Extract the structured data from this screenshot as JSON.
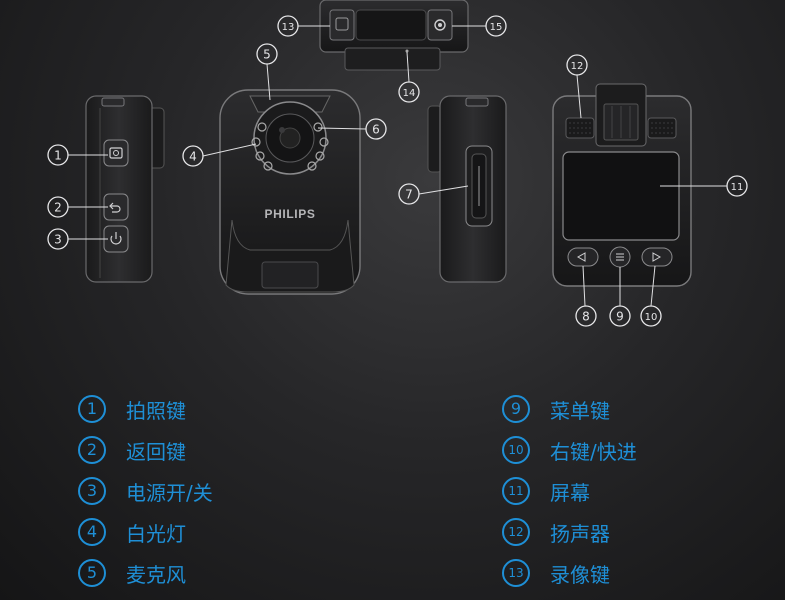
{
  "brand": "PHILIPS",
  "accent_color": "#1e8fd6",
  "callout_numbers": [
    "1",
    "2",
    "3",
    "4",
    "5",
    "6",
    "7",
    "8",
    "9",
    "10",
    "11",
    "12",
    "13",
    "14",
    "15"
  ],
  "legend_left": [
    {
      "num": "1",
      "label": "拍照键"
    },
    {
      "num": "2",
      "label": "返回键"
    },
    {
      "num": "3",
      "label": "电源开/关"
    },
    {
      "num": "4",
      "label": "白光灯"
    },
    {
      "num": "5",
      "label": "麦克风"
    }
  ],
  "legend_right": [
    {
      "num": "9",
      "label": "菜单键"
    },
    {
      "num": "10",
      "label": "右键/快进"
    },
    {
      "num": "11",
      "label": "屏幕"
    },
    {
      "num": "12",
      "label": "扬声器"
    },
    {
      "num": "13",
      "label": "录像键"
    }
  ]
}
